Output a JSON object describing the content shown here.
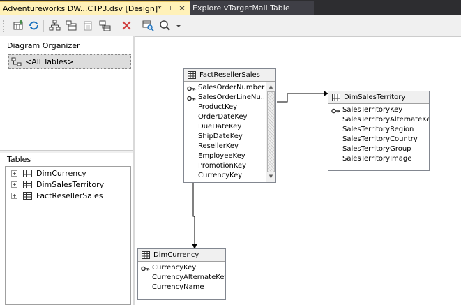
{
  "tabs": [
    {
      "label": "Adventureworks DW...CTP3.dsv [Design]*",
      "active": true
    },
    {
      "label": "Explore vTargetMail Table",
      "active": false
    }
  ],
  "tab_icons": {
    "pin": "⊣",
    "close": "✕"
  },
  "toolbar": {
    "buttons": [
      "add-table-icon",
      "refresh-icon",
      "arrange-tables-icon",
      "show-related-tables-icon",
      "show-table-icon",
      "new-named-query-icon",
      "delete-icon",
      "find-table-icon",
      "zoom-icon",
      "dropdown-arrow-icon"
    ]
  },
  "organizer": {
    "title": "Diagram Organizer",
    "item": "<All Tables>"
  },
  "tables_panel": {
    "title": "Tables",
    "items": [
      "DimCurrency",
      "DimSalesTerritory",
      "FactResellerSales"
    ]
  },
  "diagram": {
    "fact": {
      "title": "FactResellerSales",
      "columns": [
        {
          "name": "SalesOrderNumber",
          "key": true
        },
        {
          "name": "SalesOrderLineNu...",
          "key": true
        },
        {
          "name": "ProductKey",
          "key": false
        },
        {
          "name": "OrderDateKey",
          "key": false
        },
        {
          "name": "DueDateKey",
          "key": false
        },
        {
          "name": "ShipDateKey",
          "key": false
        },
        {
          "name": "ResellerKey",
          "key": false
        },
        {
          "name": "EmployeeKey",
          "key": false
        },
        {
          "name": "PromotionKey",
          "key": false
        },
        {
          "name": "CurrencyKey",
          "key": false
        }
      ]
    },
    "territory": {
      "title": "DimSalesTerritory",
      "columns": [
        {
          "name": "SalesTerritoryKey",
          "key": true
        },
        {
          "name": "SalesTerritoryAlternateKey",
          "key": false
        },
        {
          "name": "SalesTerritoryRegion",
          "key": false
        },
        {
          "name": "SalesTerritoryCountry",
          "key": false
        },
        {
          "name": "SalesTerritoryGroup",
          "key": false
        },
        {
          "name": "SalesTerritoryImage",
          "key": false
        }
      ]
    },
    "currency": {
      "title": "DimCurrency",
      "columns": [
        {
          "name": "CurrencyKey",
          "key": true
        },
        {
          "name": "CurrencyAlternateKey",
          "key": false
        },
        {
          "name": "CurrencyName",
          "key": false
        }
      ]
    }
  },
  "colors": {
    "active_tab": "#fff1b8",
    "tab_strip": "#2d2d30",
    "selection": "#dcdcdc"
  }
}
